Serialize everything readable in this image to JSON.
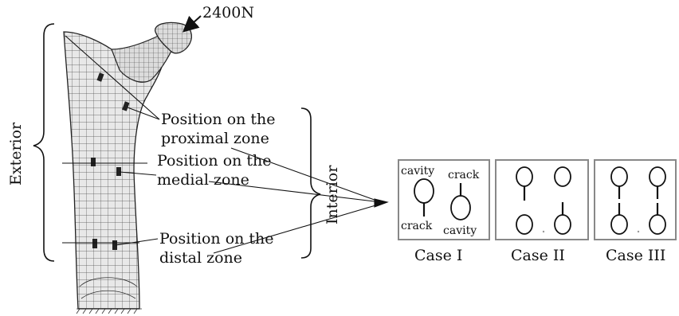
{
  "load": {
    "label": "2400N"
  },
  "bracket_labels": {
    "exterior": "Exterior",
    "interior": "Interior"
  },
  "positions": {
    "proximal": {
      "line1": "Position on the",
      "line2": "proximal zone"
    },
    "medial": {
      "line1": "Position on the",
      "line2": "medial zone"
    },
    "distal": {
      "line1": "Position on the",
      "line2": "distal zone"
    }
  },
  "cases": [
    {
      "name": "Case I",
      "labels": {
        "top_left": "cavity",
        "top_right": "crack",
        "bottom_left": "crack",
        "bottom_right": "cavity"
      }
    },
    {
      "name": "Case II"
    },
    {
      "name": "Case III"
    }
  ],
  "colors": {
    "ink": "#111111",
    "mesh_line": "#555555",
    "mesh_fill": "#e6e6e6",
    "box_stroke": "#888888",
    "defect": "#222222"
  }
}
